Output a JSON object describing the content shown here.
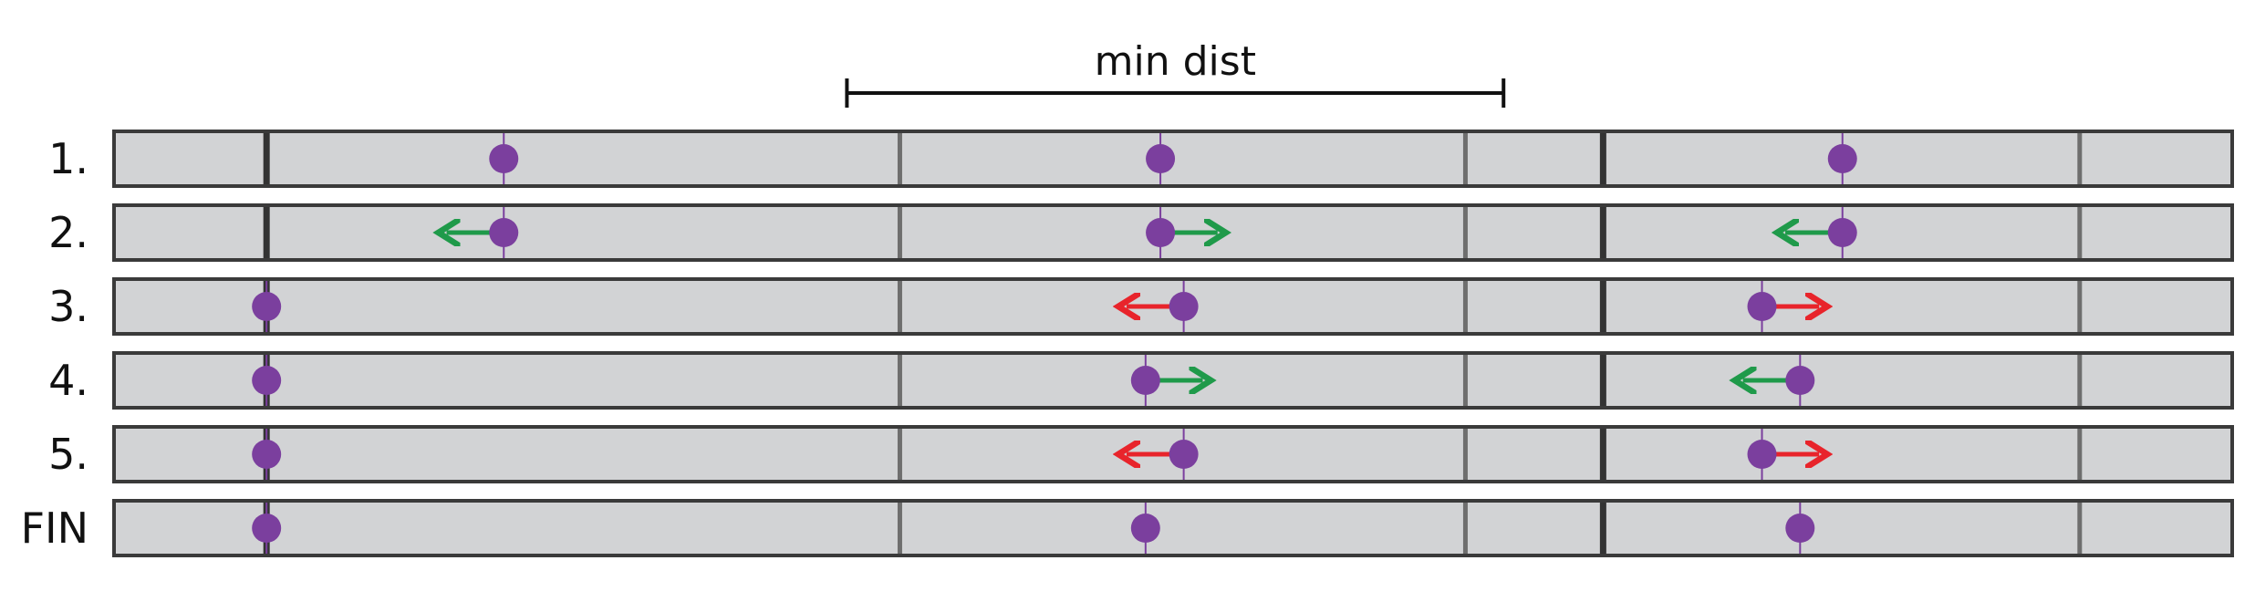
{
  "title": "min dist",
  "colors": {
    "bar_fill": "#d2d3d5",
    "bar_stroke": "#3a3a3a",
    "tick_thin": "#6e6e6e",
    "tick_thick": "#333333",
    "point": "#7b3f9e",
    "arrow_green": "#1f9a4a",
    "arrow_red": "#e8242b",
    "text": "#111111"
  },
  "domain": [
    0,
    1000
  ],
  "min_dist_span": [
    346,
    656
  ],
  "thick_ticks": [
    72,
    703
  ],
  "thin_ticks": [
    371,
    638,
    928
  ],
  "rows": [
    {
      "label": "1.",
      "points": [
        {
          "at": 184,
          "tick": 184
        },
        {
          "at": 494,
          "tick": 494
        },
        {
          "at": 816,
          "tick": 816
        }
      ],
      "arrows": []
    },
    {
      "label": "2.",
      "points": [
        {
          "at": 184,
          "tick": 184
        },
        {
          "at": 494,
          "tick": 494
        },
        {
          "at": 816,
          "tick": 816
        }
      ],
      "arrows": [
        {
          "from": 184,
          "to": 157,
          "color": "green"
        },
        {
          "from": 494,
          "to": 521,
          "color": "green"
        },
        {
          "from": 816,
          "to": 789,
          "color": "green"
        }
      ]
    },
    {
      "label": "3.",
      "points": [
        {
          "at": 72,
          "tick": 72
        },
        {
          "at": 505,
          "tick": 505
        },
        {
          "at": 778,
          "tick": 778
        }
      ],
      "arrows": [
        {
          "from": 505,
          "to": 478,
          "color": "red"
        },
        {
          "from": 778,
          "to": 805,
          "color": "red"
        }
      ]
    },
    {
      "label": "4.",
      "points": [
        {
          "at": 72,
          "tick": 72
        },
        {
          "at": 487,
          "tick": 487
        },
        {
          "at": 796,
          "tick": 796
        }
      ],
      "arrows": [
        {
          "from": 487,
          "to": 514,
          "color": "green"
        },
        {
          "from": 796,
          "to": 769,
          "color": "green"
        }
      ]
    },
    {
      "label": "5.",
      "points": [
        {
          "at": 72,
          "tick": 72
        },
        {
          "at": 505,
          "tick": 505
        },
        {
          "at": 778,
          "tick": 778
        }
      ],
      "arrows": [
        {
          "from": 505,
          "to": 478,
          "color": "red"
        },
        {
          "from": 778,
          "to": 805,
          "color": "red"
        }
      ]
    },
    {
      "label": "FIN",
      "points": [
        {
          "at": 72,
          "tick": 72
        },
        {
          "at": 487,
          "tick": 487
        },
        {
          "at": 796,
          "tick": 796
        }
      ],
      "arrows": []
    }
  ]
}
